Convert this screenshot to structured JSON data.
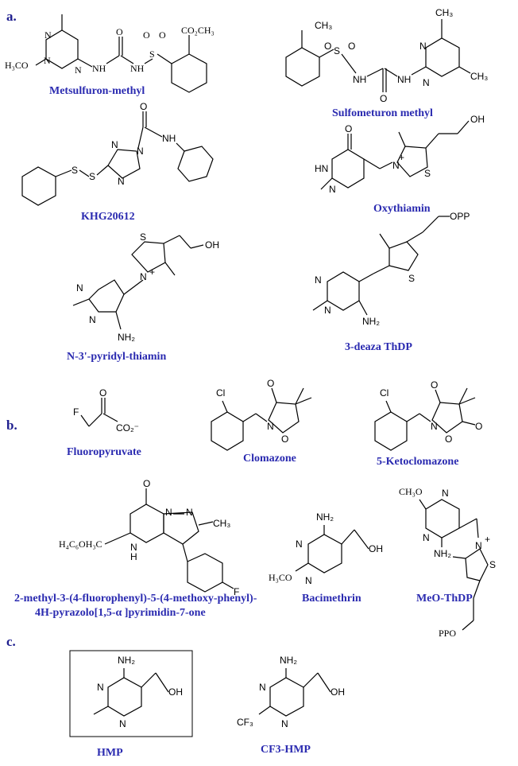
{
  "sections": {
    "a": "a.",
    "b": "b.",
    "c": "c."
  },
  "compounds": {
    "metsulfuron": "Metsulfuron-methyl",
    "sulfometuron": "Sulfometuron methyl",
    "khg": "KHG20612",
    "oxythiamin": "Oxythiamin",
    "n3pyridyl": "N-3'-pyridyl-thiamin",
    "deaza": "3-deaza ThDP",
    "fluoropyruvate": "Fluoropyruvate",
    "clomazone": "Clomazone",
    "ketoclomazone": "5-Ketoclomazone",
    "pyrazolo_line1": "2-methyl-3-(4-fluorophenyl)-5-(4-methoxy-phenyl)-",
    "pyrazolo_line2": "4H-pyrazolo[1,5-α    ]pyrimidin-7-one",
    "bacimethrin": "Bacimethrin",
    "meothdp": "MeO-ThDP",
    "hmp": "HMP",
    "cf3hmp": "CF3-HMP"
  }
}
